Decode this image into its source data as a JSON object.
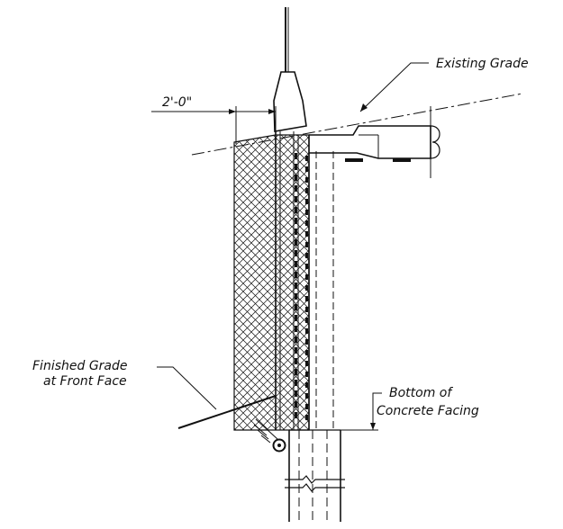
{
  "labels": {
    "dimension": "2'-0\"",
    "existing_grade": "Existing Grade",
    "finished_grade_line1": "Finished Grade",
    "finished_grade_line2": "at Front Face",
    "bottom_facing_line1": "Bottom of",
    "bottom_facing_line2": "Concrete Facing"
  },
  "colors": {
    "ink": "#111111",
    "background": "#ffffff"
  }
}
